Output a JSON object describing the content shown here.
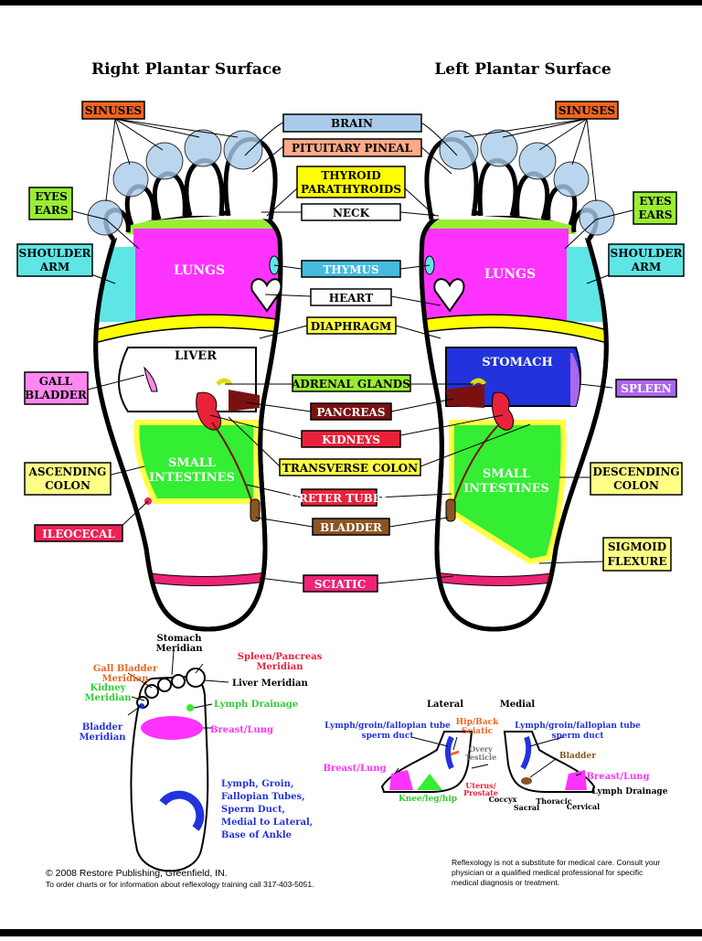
{
  "titles": {
    "right": "Right Plantar Surface",
    "left": "Left Plantar Surface"
  },
  "colors": {
    "sinus": "#a9cbea",
    "lungs": "#ff33ff",
    "shoulder": "#5ee6e6",
    "neck_band": "#99ee33",
    "diaphragm": "#ffff00",
    "stomach": "#2233dd",
    "spleen": "#aa66ee",
    "pancreas": "#7a1111",
    "kidney": "#e8223a",
    "adrenal": "#dddd00",
    "intestine": "#33ee33",
    "colon": "#ffff44",
    "sciatic": "#ee2277",
    "bladder": "#8a5522",
    "gall": "#ff88ee",
    "ileocecal": "#ee2255"
  },
  "labels": {
    "brain": "BRAIN",
    "pituitary": "PITUITARY PINEAL",
    "thyroid1": "THYROID",
    "thyroid2": "PARATHYROIDS",
    "neck": "NECK",
    "thymus": "THYMUS",
    "heart": "HEART",
    "diaphragm": "DIAPHRAGM",
    "adrenal": "ADRENAL GLANDS",
    "pancreas": "PANCREAS",
    "kidneys": "KIDNEYS",
    "transverse": "TRANSVERSE COLON",
    "ureter": "URETER TUBES",
    "bladder": "BLADDER",
    "sciatic": "SCIATIC",
    "sinuses_r": "SINUSES",
    "sinuses_l": "SINUSES",
    "eyes_r1": "EYES",
    "eyes_r2": "EARS",
    "eyes_l1": "EYES",
    "eyes_l2": "EARS",
    "shoulder_r1": "SHOULDER",
    "shoulder_r2": "ARM",
    "shoulder_l1": "SHOULDER",
    "shoulder_l2": "ARM",
    "gall1": "GALL",
    "gall2": "BLADDER",
    "ascending1": "ASCENDING",
    "ascending2": "COLON",
    "ileocecal": "ILEOCECAL",
    "spleen": "SPLEEN",
    "descending1": "DESCENDING",
    "descending2": "COLON",
    "sigmoid1": "SIGMOID",
    "sigmoid2": "FLEXURE"
  },
  "organs": {
    "lungs_r": "LUNGS",
    "lungs_l": "LUNGS",
    "liver": "LIVER",
    "stomach": "STOMACH",
    "small_r1": "SMALL",
    "small_r2": "INTESTINES",
    "small_l1": "SMALL",
    "small_l2": "INTESTINES"
  },
  "meridian": {
    "stomach1": "Stomach",
    "stomach2": "Meridian",
    "gall1": "Gall Bladder",
    "gall2": "Meridian",
    "spleen1": "Spleen/Pancreas",
    "spleen2": "Meridian",
    "liver": "Liver Meridian",
    "kidney1": "Kidney",
    "kidney2": "Meridian",
    "lymph": "Lymph Drainage",
    "bladder1": "Bladder",
    "bladder2": "Meridian",
    "breast": "Breast/Lung",
    "groin1": "Lymph, Groin,",
    "groin2": "Fallopian Tubes,",
    "groin3": "Sperm Duct,",
    "groin4": "Medial to Lateral,",
    "groin5": "Base of Ankle"
  },
  "side_view": {
    "lateral": "Lateral",
    "medial": "Medial",
    "lymph_l1": "Lymph/groin/fallopian tube",
    "lymph_l2": "sperm duct",
    "lymph_m1": "Lymph/groin/fallopian tube",
    "lymph_m2": "sperm duct",
    "hip1": "Hip/Back",
    "hip2": "Sciatic",
    "overy1": "Overy",
    "overy2": "Testicle",
    "bladder": "Bladder",
    "breast_l": "Breast/Lung",
    "breast_m": "Breast/Lung",
    "uterus1": "Uterus/",
    "uterus2": "Prostate",
    "knee": "Knee/leg/hip",
    "coccyx": "Coccyx",
    "sacral": "Sacral",
    "thoracic": "Thoracic",
    "cervical": "Cervical",
    "lymph_drain": "Lymph Drainage"
  },
  "footer": {
    "copyright": "© 2008 Restore Publishing, Greenfield, IN.",
    "order": "To order charts or for information about reflexology training call 317-403-5051.",
    "disc1": "Reflexology is not a substitute for medical care. Consult your",
    "disc2": "physician or a qualified medical professional for specific",
    "disc3": "medical diagnosis or treatment."
  }
}
